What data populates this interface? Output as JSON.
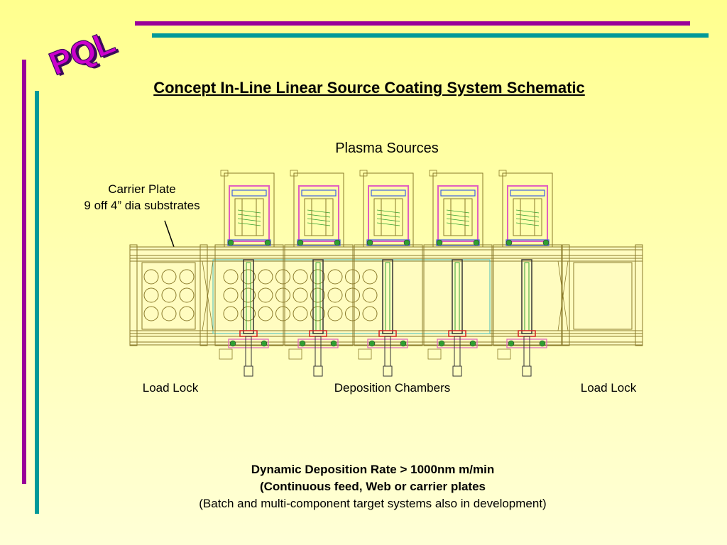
{
  "logo": {
    "text": "PQL",
    "color": "#cc00cc",
    "shadow": "#3a0a5a"
  },
  "title": "Concept In-Line Linear Source Coating System Schematic",
  "labels": {
    "plasma_sources": "Plasma  Sources",
    "carrier_line1": "Carrier Plate",
    "carrier_line2": "9 off 4” dia substrates",
    "load_lock_left": "Load Lock",
    "deposition_chambers": "Deposition Chambers",
    "load_lock_right": "Load Lock"
  },
  "footer": {
    "line1": "Dynamic Deposition Rate > 1000nm m/min",
    "line2": "(Continuous feed, Web or carrier plates",
    "line3": "(Batch and multi-component target systems also in development)"
  },
  "colors": {
    "accent_purple": "#990099",
    "accent_teal": "#009999",
    "frame_line": "#8a7a2a",
    "source_pink": "#e060c0",
    "source_blue": "#4060e0",
    "source_green": "#30a030"
  }
}
